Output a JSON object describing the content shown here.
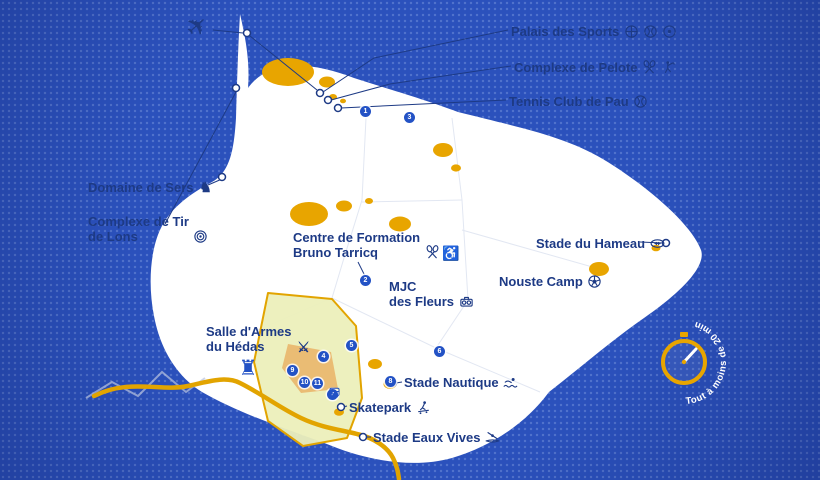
{
  "colors": {
    "background": "#2B51BC",
    "land": "#FFFFFF",
    "accent": "#E8A500",
    "district": "#ECEFBA",
    "text": "#1D3A85"
  },
  "labels": [
    {
      "text": "Palais des Sports",
      "icons": [
        "basketball-icon",
        "volleyball-icon",
        "handball-icon"
      ]
    },
    {
      "text": "Complexe de Pelote",
      "icons": [
        "crossed-rackets-icon",
        "pelote-player-icon"
      ]
    },
    {
      "text": "Tennis Club de Pau",
      "icons": [
        "tennis-ball-icon"
      ]
    },
    {
      "text": "Domaine de Sers",
      "icons": [
        "horse-icon"
      ]
    },
    {
      "text": "Complexe de Tir\nde Lons",
      "icons": [
        "shooting-target-icon"
      ]
    },
    {
      "text": "Centre de Formation\nBruno Tarricq",
      "icons": [
        "crossed-rackets-icon",
        "wheelchair-basketball-icon"
      ]
    },
    {
      "text": "Stade du Hameau",
      "icons": [
        "rugby-ball-icon"
      ]
    },
    {
      "text": "MJC\ndes Fleurs",
      "icons": [
        "boombox-icon"
      ]
    },
    {
      "text": "Nouste Camp",
      "icons": [
        "soccer-ball-icon"
      ]
    },
    {
      "text": "Salle d'Armes\ndu Hédas",
      "icons": [
        "fencing-icon"
      ]
    },
    {
      "text": "Stade Nautique",
      "icons": [
        "swimmer-icon"
      ]
    },
    {
      "text": "Skatepark",
      "icons": [
        "skater-icon"
      ]
    },
    {
      "text": "Stade Eaux Vives",
      "icons": [
        "kayak-icon"
      ]
    }
  ],
  "markers": [
    {
      "n": "1"
    },
    {
      "n": "2"
    },
    {
      "n": "3"
    },
    {
      "n": "4"
    },
    {
      "n": "5"
    },
    {
      "n": "6"
    },
    {
      "n": "7"
    },
    {
      "n": "8"
    },
    {
      "n": "9"
    },
    {
      "n": "10"
    },
    {
      "n": "11"
    }
  ],
  "badge": {
    "text": "Tout à moins de 20 min",
    "icon": "stopwatch-icon"
  },
  "decorations": {
    "plane": [
      "plane-icon"
    ],
    "castle": [
      "castle-icon"
    ],
    "station": [
      "station-icon"
    ]
  }
}
